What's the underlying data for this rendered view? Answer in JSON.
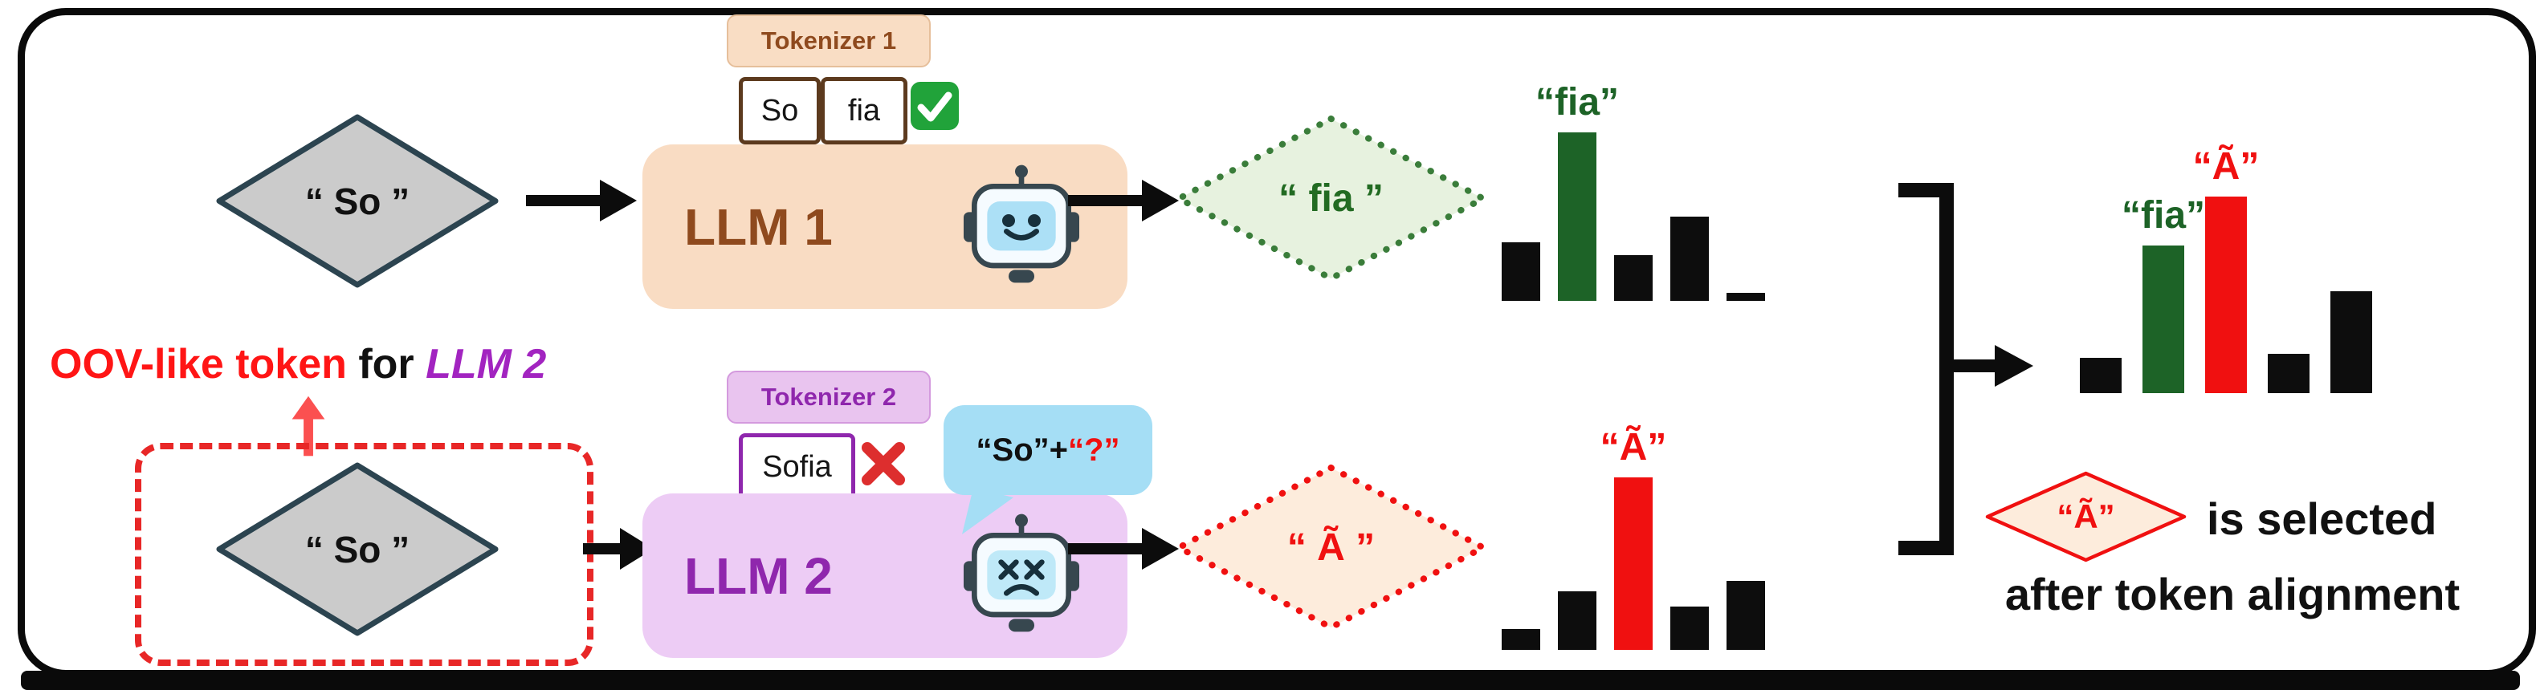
{
  "top_row": {
    "input_token": "“ So ”",
    "tokenizer_badge": "Tokenizer 1",
    "tokens": {
      "t1": "So",
      "t2": "fia"
    },
    "llm_label": "LLM 1",
    "output_token": "“ fia ”"
  },
  "bottom_row": {
    "caption": {
      "red": "OOV-like token",
      "mid": " for ",
      "llm": "LLM 2"
    },
    "input_token": "“ So ”",
    "tokenizer_badge": "Tokenizer 2",
    "token": "Sofia",
    "bubble": {
      "black": "“So”+",
      "red": "“?”"
    },
    "llm_label": "LLM 2",
    "output_token": "“ Ã ”"
  },
  "result": {
    "selected_token": "“Ã”",
    "selected_text": "is selected",
    "alignment_text": "after token alignment"
  },
  "icons": {
    "check": "check-icon",
    "cross": "cross-icon",
    "happy_robot": "happy-robot-icon",
    "dizzy_robot": "dizzy-robot-icon",
    "arrows": [
      "arrow-right-icon",
      "arrow-up-icon",
      "merge-bracket"
    ]
  },
  "colors": {
    "llm1_accent": "#8f4a1e",
    "llm1_fill": "#f9dcc3",
    "llm2_accent": "#8f27ad",
    "llm2_fill": "#edccf5",
    "green": "#1d6327",
    "green_fill": "#e7f2df",
    "red": "#f01010",
    "red_fill": "#fdecdc",
    "bubble_blue": "#a5def5",
    "gray_fill": "#cbcbcb",
    "diamond_stroke": "#2c4450",
    "bar_black": "#0d0d0d"
  },
  "chart_data": [
    {
      "id": "llm1-token-distribution",
      "type": "bar",
      "values": [
        35,
        100,
        27,
        50,
        5
      ],
      "bar_colors": [
        "#0d0d0d",
        "#1d6327",
        "#0d0d0d",
        "#0d0d0d",
        "#0d0d0d"
      ],
      "labels": [
        {
          "index": 1,
          "text": "“fia”",
          "color": "#1d6327"
        }
      ]
    },
    {
      "id": "llm2-token-distribution",
      "type": "bar",
      "values": [
        12,
        34,
        100,
        25,
        40
      ],
      "bar_colors": [
        "#0d0d0d",
        "#0d0d0d",
        "#f01010",
        "#0d0d0d",
        "#0d0d0d"
      ],
      "labels": [
        {
          "index": 2,
          "text": "“Ã”",
          "color": "#f01010"
        }
      ]
    },
    {
      "id": "merged-token-distribution",
      "type": "bar",
      "values": [
        18,
        75,
        100,
        20,
        52
      ],
      "bar_colors": [
        "#0d0d0d",
        "#1d6327",
        "#f01010",
        "#0d0d0d",
        "#0d0d0d"
      ],
      "labels": [
        {
          "index": 1,
          "text": "“fia”",
          "color": "#1d6327"
        },
        {
          "index": 2,
          "text": "“Ã”",
          "color": "#f01010"
        }
      ]
    }
  ]
}
